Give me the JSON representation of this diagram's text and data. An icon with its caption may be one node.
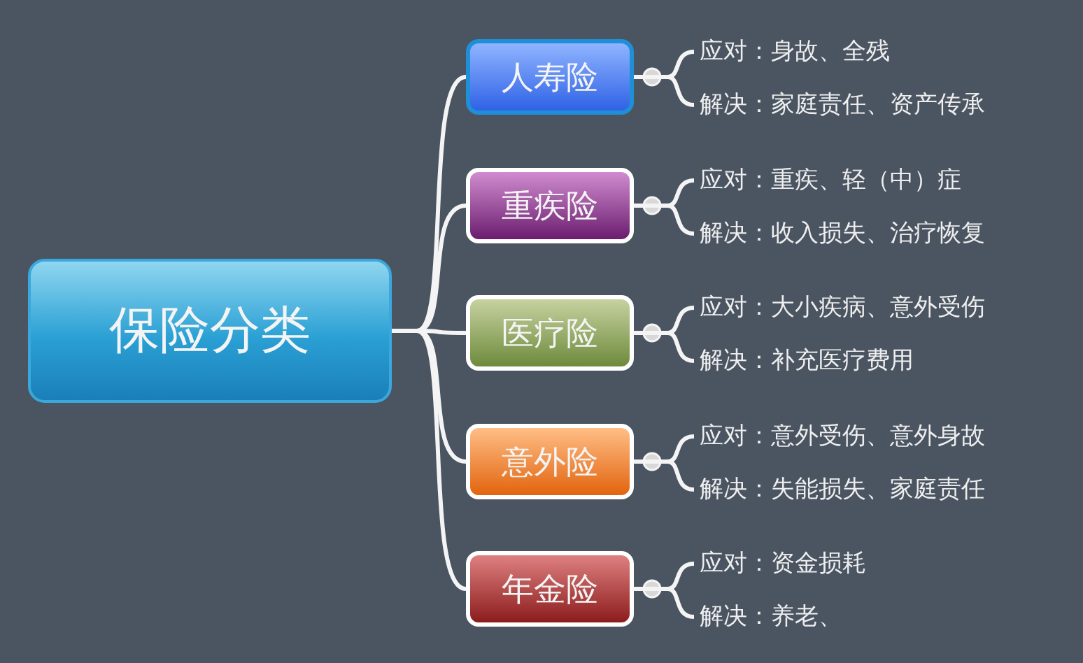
{
  "diagram": {
    "nodes": [
      {
        "text": [
          "保险分类"
        ]
      },
      {
        "text": [
          "人寿险"
        ]
      },
      {
        "text": [
          "重疾险"
        ]
      },
      {
        "text": [
          "医疗险"
        ]
      },
      {
        "text": [
          "意外险"
        ]
      },
      {
        "text": [
          "年金险"
        ]
      },
      {
        "text": [
          "应对：身故、全残"
        ]
      },
      {
        "text": [
          "解决：家庭责任、资产传承"
        ]
      },
      {
        "text": [
          "应对：重疾、轻（中）症"
        ]
      },
      {
        "text": [
          "解决：收入损失、治疗恢复"
        ]
      },
      {
        "text": [
          "应对：大小疾病、意外受伤"
        ]
      },
      {
        "text": [
          "解决：补充医疗费用"
        ]
      },
      {
        "text": [
          "应对：意外受伤、意外身故"
        ]
      },
      {
        "text": [
          "解决：失能损失、家庭责任"
        ]
      },
      {
        "text": [
          "应对：资金损耗"
        ]
      },
      {
        "text": [
          "解决：养老、"
        ]
      }
    ],
    "edges": [
      {
        "from": 0,
        "to": 1,
        "arrow": "none"
      },
      {
        "from": 0,
        "to": 2,
        "arrow": "none"
      },
      {
        "from": 0,
        "to": 3,
        "arrow": "none"
      },
      {
        "from": 0,
        "to": 4,
        "arrow": "none"
      },
      {
        "from": 0,
        "to": 5,
        "arrow": "none"
      },
      {
        "from": 1,
        "to": 6,
        "arrow": "none"
      },
      {
        "from": 1,
        "to": 7,
        "arrow": "none"
      },
      {
        "from": 2,
        "to": 8,
        "arrow": "none"
      },
      {
        "from": 2,
        "to": 9,
        "arrow": "none"
      },
      {
        "from": 3,
        "to": 10,
        "arrow": "none"
      },
      {
        "from": 3,
        "to": 11,
        "arrow": "none"
      },
      {
        "from": 4,
        "to": 12,
        "arrow": "none"
      },
      {
        "from": 4,
        "to": 13,
        "arrow": "none"
      },
      {
        "from": 5,
        "to": 14,
        "arrow": "none"
      },
      {
        "from": 5,
        "to": 15,
        "arrow": "none"
      }
    ]
  }
}
